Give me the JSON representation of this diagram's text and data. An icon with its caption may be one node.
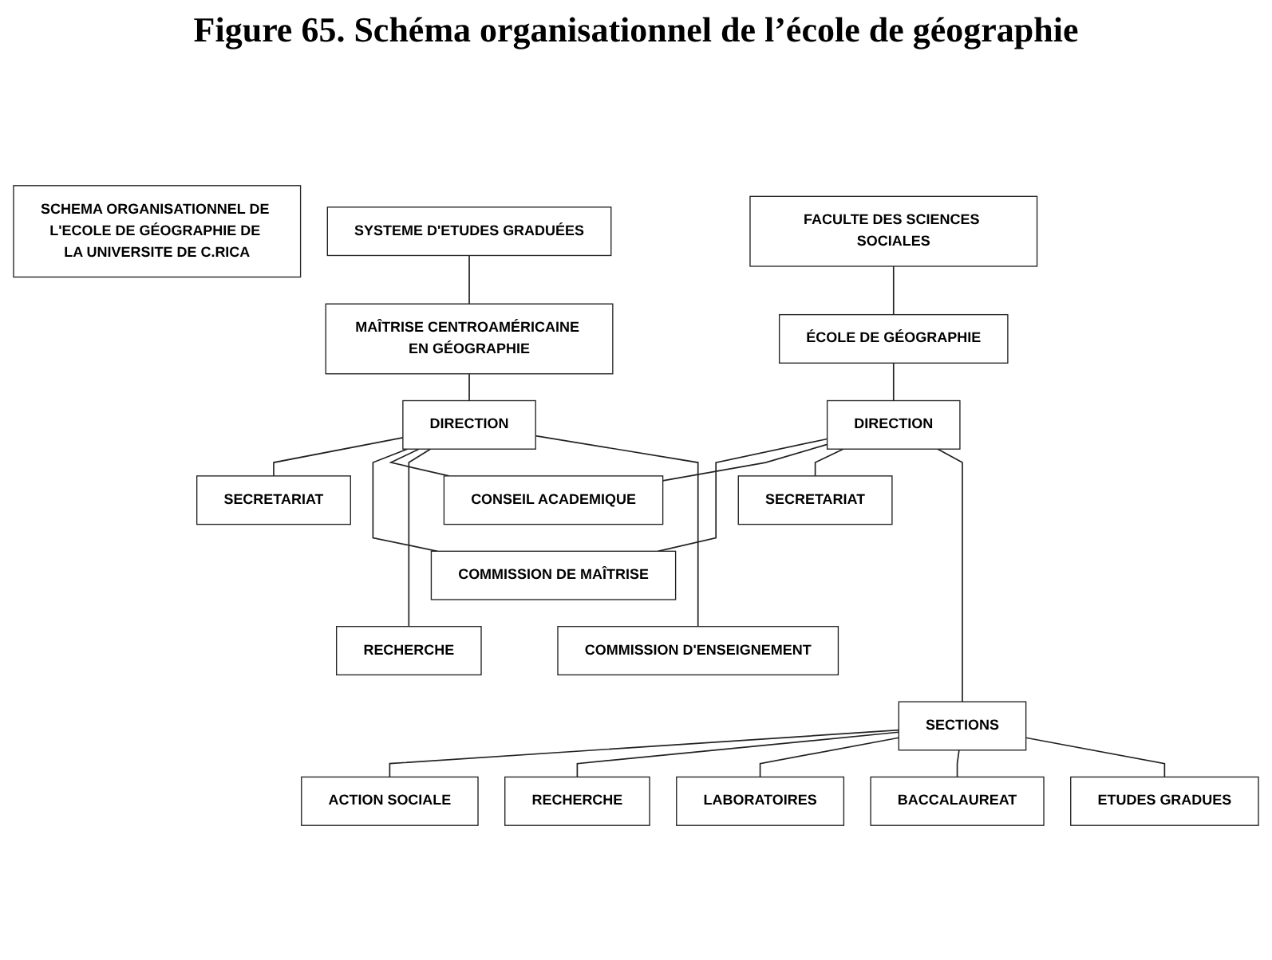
{
  "diagram": {
    "title": "Figure 65. Schéma organisationnel de l’école de géographie",
    "nodes": [
      {
        "text": [
          "SCHEMA ORGANISATIONNEL DE L'ECOLE DE GÉOGRAPHIE DE LA UNIVERSITE DE C.RICA"
        ]
      },
      {
        "text": [
          "SYSTEME D'ETUDES GRADUÉES"
        ]
      },
      {
        "text": [
          "FACULTE DES SCIENCES SOCIALES"
        ]
      },
      {
        "text": [
          "MAÎTRISE CENTROAMÉRICAINE EN GÉOGRAPHIE"
        ]
      },
      {
        "text": [
          "ÉCOLE DE GÉOGRAPHIE"
        ]
      },
      {
        "text": [
          "DIRECTION"
        ]
      },
      {
        "text": [
          "DIRECTION"
        ]
      },
      {
        "text": [
          "SECRETARIAT"
        ]
      },
      {
        "text": [
          "COMMISSION DE MAÎTRISE"
        ]
      },
      {
        "text": [
          "CONSEIL ACADEMIQUE"
        ]
      },
      {
        "text": [
          "SECRETARIAT"
        ]
      },
      {
        "text": [
          "RECHERCHE"
        ]
      },
      {
        "text": [
          "COMMISSION D'ENSEIGNEMENT"
        ]
      },
      {
        "text": [
          "SECTIONS"
        ]
      },
      {
        "text": [
          "ACTION SOCIALE"
        ]
      },
      {
        "text": [
          "RECHERCHE"
        ]
      },
      {
        "text": [
          "LABORATOIRES"
        ]
      },
      {
        "text": [
          "BACCALAUREAT"
        ]
      },
      {
        "text": [
          "ETUDES GRADUES"
        ]
      }
    ],
    "edges": [
      {
        "from": 1,
        "to": 3,
        "arrow": "none"
      },
      {
        "from": 2,
        "to": 4,
        "arrow": "none"
      },
      {
        "from": 3,
        "to": 5,
        "arrow": "none"
      },
      {
        "from": 4,
        "to": 6,
        "arrow": "none"
      },
      {
        "from": 5,
        "to": 7,
        "arrow": "none"
      },
      {
        "from": 5,
        "to": 8,
        "arrow": "none"
      },
      {
        "from": 5,
        "to": 9,
        "arrow": "none"
      },
      {
        "from": 5,
        "to": 11,
        "arrow": "none"
      },
      {
        "from": 5,
        "to": 12,
        "arrow": "none"
      },
      {
        "from": 6,
        "to": 8,
        "arrow": "none"
      },
      {
        "from": 6,
        "to": 9,
        "arrow": "none"
      },
      {
        "from": 6,
        "to": 10,
        "arrow": "none"
      },
      {
        "from": 6,
        "to": 13,
        "arrow": "none"
      },
      {
        "from": 13,
        "to": 14,
        "arrow": "none"
      },
      {
        "from": 13,
        "to": 15,
        "arrow": "none"
      },
      {
        "from": 13,
        "to": 16,
        "arrow": "none"
      },
      {
        "from": 13,
        "to": 17,
        "arrow": "none"
      },
      {
        "from": 13,
        "to": 18,
        "arrow": "none"
      }
    ]
  }
}
